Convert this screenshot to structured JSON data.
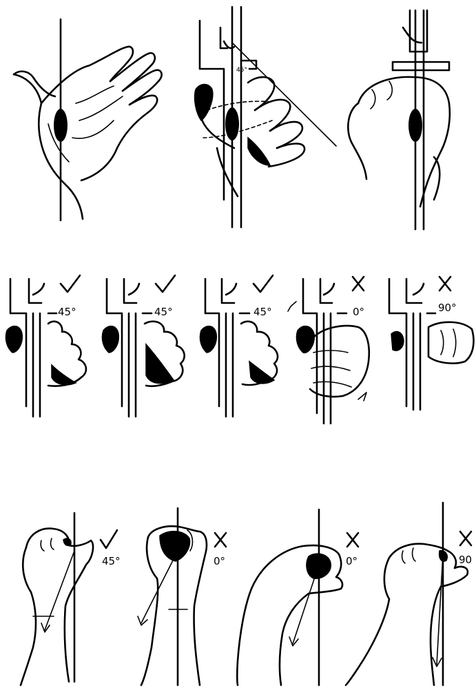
{
  "top_row": {
    "angle_label": "45°"
  },
  "middle_row": [
    {
      "mark": "check",
      "angle": "45°"
    },
    {
      "mark": "check",
      "angle": "45°"
    },
    {
      "mark": "check",
      "angle": "45°"
    },
    {
      "mark": "cross",
      "angle": "0°"
    },
    {
      "mark": "cross",
      "angle": "90°"
    }
  ],
  "bottom_row": [
    {
      "mark": "check",
      "angle": "45°"
    },
    {
      "mark": "cross",
      "angle": "0°"
    },
    {
      "mark": "cross",
      "angle": "0°"
    },
    {
      "mark": "cross",
      "angle": "90"
    }
  ]
}
